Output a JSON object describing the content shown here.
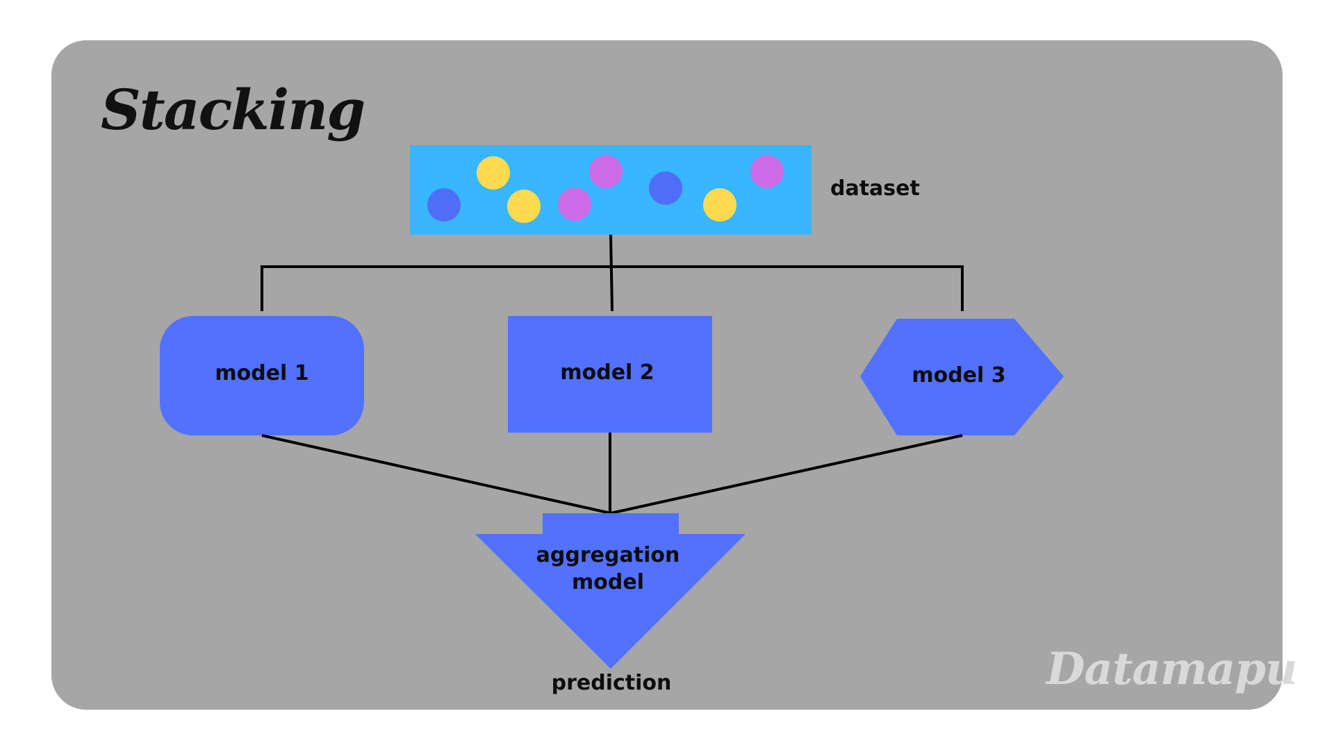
{
  "title": "Stacking",
  "dataset": {
    "label": "dataset",
    "background": "#38b6ff",
    "points": [
      {
        "color": "#4f6ef7"
      },
      {
        "color": "#fedb4e"
      },
      {
        "color": "#fedb4e"
      },
      {
        "color": "#cb6ce6"
      },
      {
        "color": "#cb6ce6"
      },
      {
        "color": "#4f6ef7"
      },
      {
        "color": "#fedb4e"
      },
      {
        "color": "#cb6ce6"
      }
    ]
  },
  "models": [
    {
      "label": "model 1",
      "shape": "rounded-rectangle"
    },
    {
      "label": "model 2",
      "shape": "rectangle"
    },
    {
      "label": "model 3",
      "shape": "hexagon"
    }
  ],
  "aggregation": {
    "label_line1": "aggregation",
    "label_line2": "model",
    "shape": "down-arrow"
  },
  "output": {
    "label": "prediction"
  },
  "watermark": "Datamapu",
  "colors": {
    "panel": "#a6a6a6",
    "model_fill": "#5271ff",
    "connector": "#000000",
    "watermark": "#d9d9d9"
  }
}
